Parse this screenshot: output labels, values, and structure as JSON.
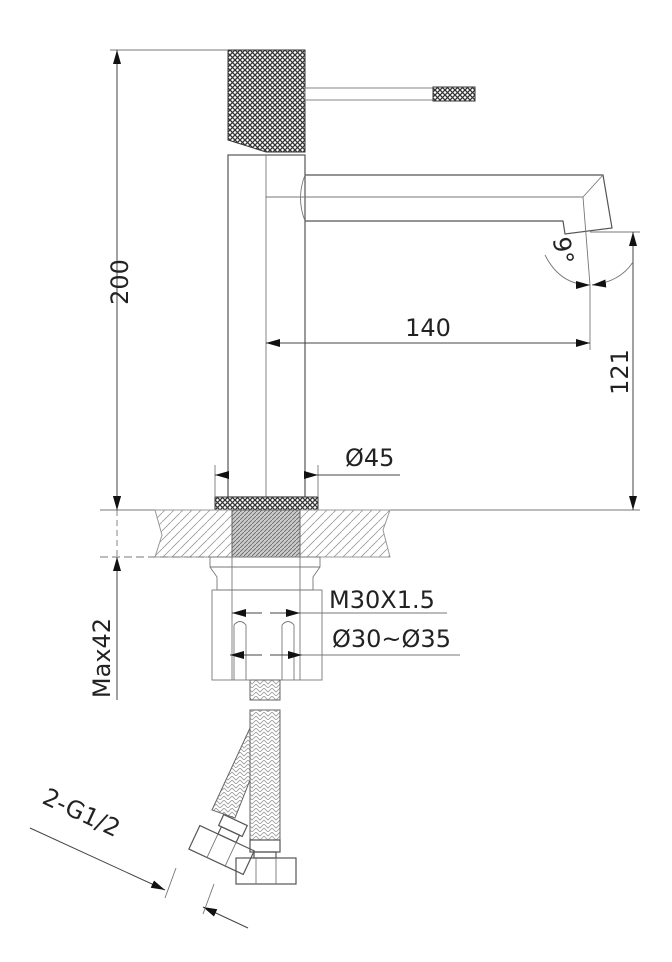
{
  "title": "Basin mixer tap dimension drawing",
  "dimensions": {
    "height_total": "200",
    "spout_reach": "140",
    "spout_height": "121",
    "spout_angle": "9°",
    "base_diameter": "Ø45",
    "thread": "M30X1.5",
    "hole_diameter": "Ø30~Ø35",
    "max_counter_thickness": "Max42",
    "connection": "2-G1/2"
  },
  "colors": {
    "line": "#555555",
    "text": "#222222",
    "knurl": "#333333"
  }
}
